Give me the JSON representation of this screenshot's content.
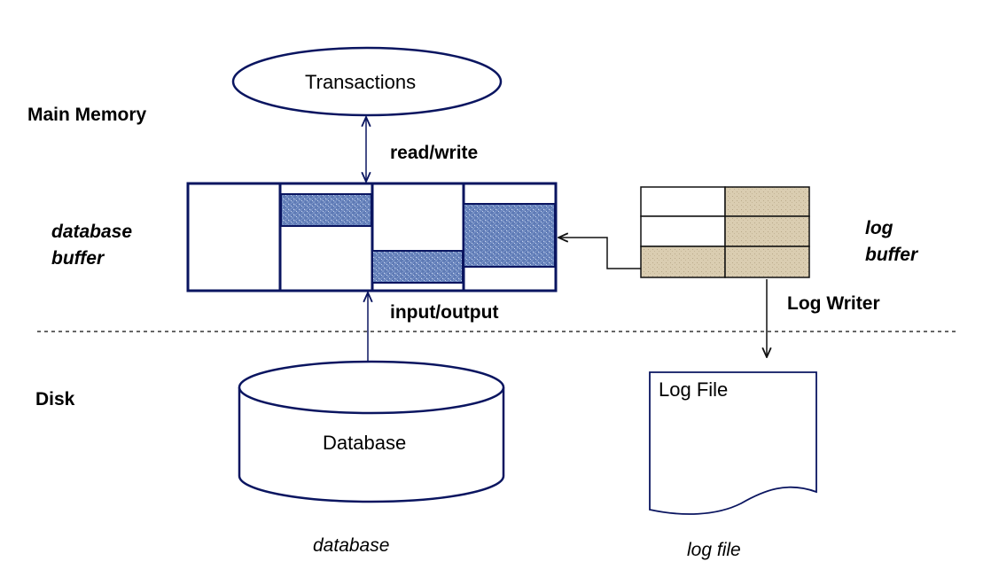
{
  "labels": {
    "transactions": "Transactions",
    "main_memory": "Main Memory",
    "read_write": "read/write",
    "database_buffer_line1": "database",
    "database_buffer_line2": "buffer",
    "log_buffer_line1": "log",
    "log_buffer_line2": "buffer",
    "log_writer": "Log Writer",
    "input_output": "input/output",
    "disk": "Disk",
    "database_store": "Database",
    "log_file_doc": "Log File",
    "database_caption": "database",
    "log_file_caption": "log file"
  },
  "colors": {
    "stroke": "#0a1560",
    "buffer_fill": "#5e7ab5",
    "log_fill": "#d9ccb0",
    "divider": "#333333"
  }
}
